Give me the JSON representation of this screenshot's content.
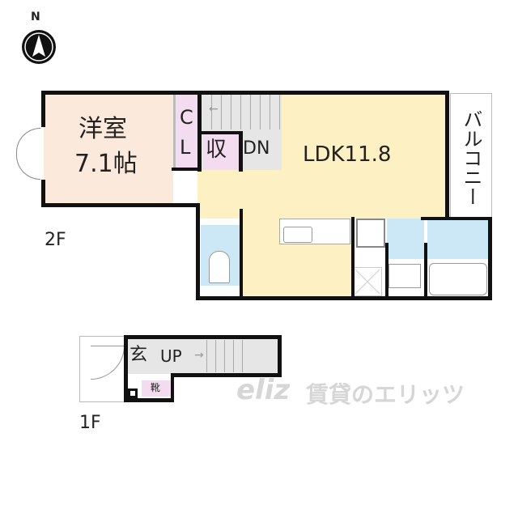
{
  "compass": {
    "label": "N",
    "icon": "north-arrow-icon"
  },
  "floors": [
    {
      "label": "2F",
      "rooms": [
        {
          "id": "western-room",
          "name": "洋室",
          "size": "7.1帖",
          "color": "#fbe9dc"
        },
        {
          "id": "closet",
          "name_top": "C",
          "name_bottom": "L",
          "color": "#f3dcef"
        },
        {
          "id": "storage",
          "name": "収",
          "color": "#f3dcef"
        },
        {
          "id": "stairs-down",
          "name": "DN",
          "color": "#e6e6e6"
        },
        {
          "id": "ldk",
          "name": "LDK11.8",
          "color": "#fdf0c2"
        },
        {
          "id": "balcony",
          "name": "バルコニー",
          "color": "#ffffff"
        },
        {
          "id": "toilet",
          "color": "#cce8f6"
        },
        {
          "id": "washroom",
          "color": "#cce8f6"
        },
        {
          "id": "bathroom",
          "color": "#cce8f6"
        }
      ]
    },
    {
      "label": "1F",
      "rooms": [
        {
          "id": "entrance",
          "name": "玄",
          "color": "#e6e6e6"
        },
        {
          "id": "stairs-up",
          "name": "UP",
          "color": "#e6e6e6"
        },
        {
          "id": "shoe-cabinet",
          "name": "靴",
          "color": "#f3dcef"
        }
      ]
    }
  ],
  "watermark": {
    "logo": "eliz",
    "text": "賃貸のエリッツ"
  }
}
